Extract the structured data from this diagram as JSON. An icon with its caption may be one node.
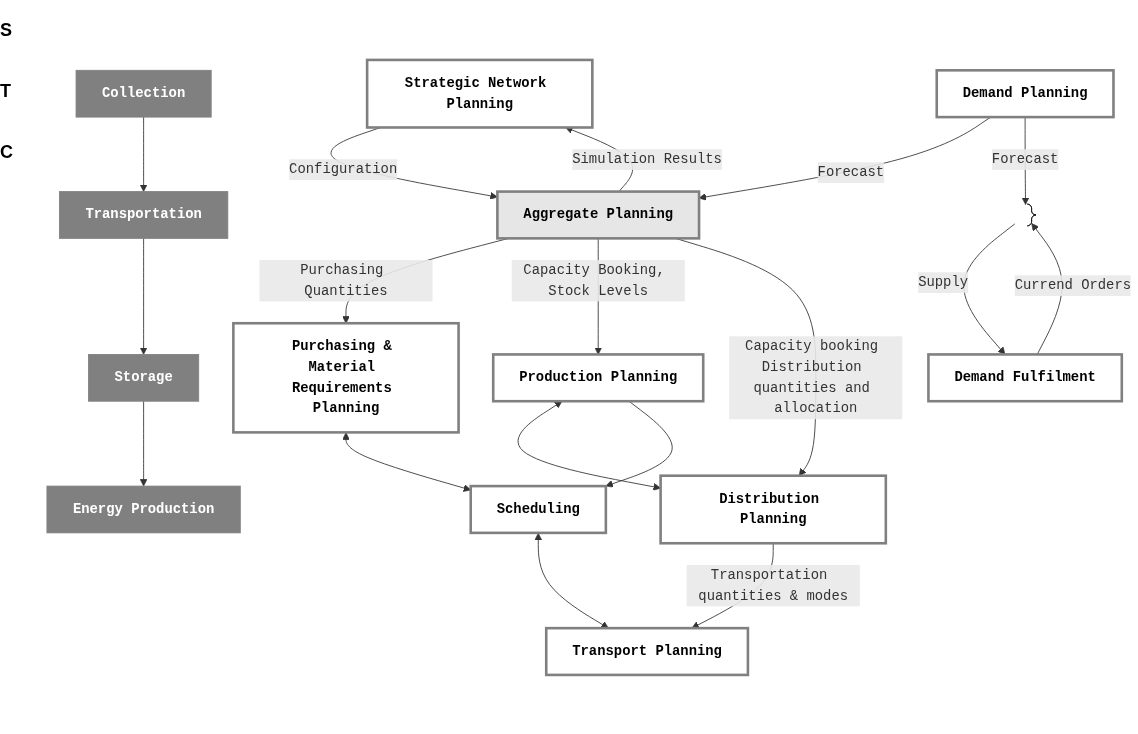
{
  "diagram": {
    "nodes": [
      {
        "text": [
          "Collection"
        ]
      },
      {
        "text": [
          "Transportation"
        ]
      },
      {
        "text": [
          "Storage"
        ]
      },
      {
        "text": [
          "Energy Production"
        ]
      },
      {
        "text": [
          "Strategic Network Planning"
        ]
      },
      {
        "text": [
          "Aggregate Planning"
        ]
      },
      {
        "text": [
          "Demand Planning"
        ]
      },
      {
        "text": [
          "Purchasing & Material Requirements Planning"
        ]
      },
      {
        "text": [
          "Production Planning"
        ]
      },
      {
        "text": [
          "Distribution Planning"
        ]
      },
      {
        "text": [
          "Demand Fulfilment"
        ]
      },
      {
        "text": [
          "Scheduling"
        ]
      },
      {
        "text": [
          "Transport Planning"
        ]
      },
      {
        "text": [],
        "shape": "brace"
      }
    ],
    "edges": [
      {
        "from": 0,
        "to": 1,
        "arrow": "to"
      },
      {
        "from": 1,
        "to": 2,
        "arrow": "to"
      },
      {
        "from": 2,
        "to": 3,
        "arrow": "to"
      },
      {
        "from": 4,
        "to": 5,
        "arrow": "to",
        "label": "Configuration"
      },
      {
        "from": 5,
        "to": 4,
        "arrow": "to",
        "label": "Simulation Results"
      },
      {
        "from": 6,
        "to": 5,
        "arrow": "to",
        "label": "Forecast"
      },
      {
        "from": 5,
        "to": 7,
        "arrow": "to",
        "label": "Purchasing Quantities"
      },
      {
        "from": 5,
        "to": 8,
        "arrow": "to",
        "label": "Capacity Booking, Stock Levels"
      },
      {
        "from": 5,
        "to": 9,
        "arrow": "to",
        "label": "Capacity booking Distribution quantities and allocation"
      },
      {
        "from": 8,
        "to": 9,
        "arrow": "both"
      },
      {
        "from": 8,
        "to": 11,
        "arrow": "to"
      },
      {
        "from": 9,
        "to": 12,
        "arrow": "to",
        "label": "Transportation quantities & modes"
      },
      {
        "from": 6,
        "to": 13,
        "arrow": "to",
        "label": "Forecast"
      },
      {
        "from": 10,
        "to": 13,
        "arrow": "to",
        "label": "Currend Orders"
      },
      {
        "from": 13,
        "to": 10,
        "arrow": "to",
        "label": "Supply"
      },
      {
        "from": 7,
        "to": 11,
        "arrow": "both"
      },
      {
        "from": 11,
        "to": 12,
        "arrow": "both"
      }
    ],
    "labels": [
      "S",
      "T",
      "C"
    ]
  }
}
